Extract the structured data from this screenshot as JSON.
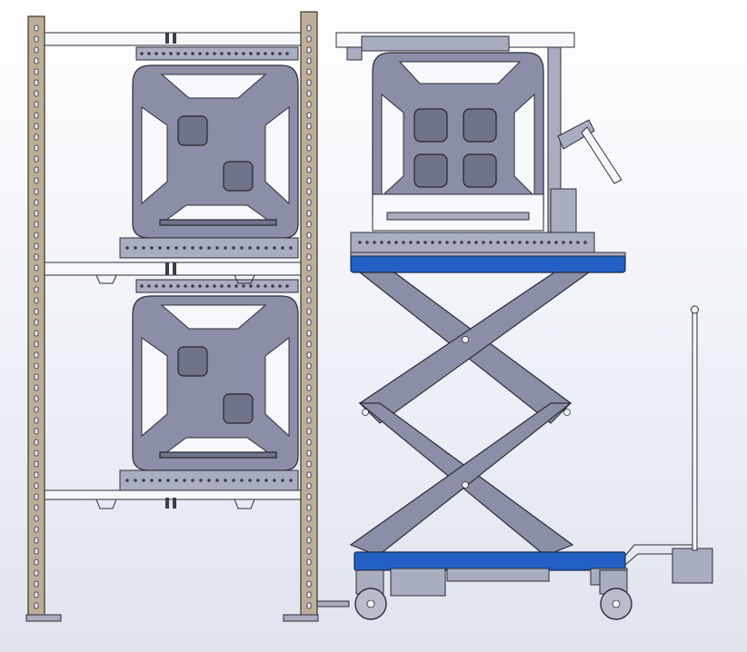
{
  "scene": {
    "palette": {
      "background_top": "#ffffff",
      "background_bottom": "#dfe4ee",
      "steel": "#8a8ea6",
      "upright": "#bcae99",
      "lift_blue": "#2360c4",
      "outline": "#2b2d3a"
    },
    "components": {
      "rack": "storage-rack-with-two-shelves",
      "module_count": 2,
      "cart": "scissor-lift-cart",
      "cart_payload": "module-on-lift-table",
      "handle": "tow-handle",
      "wheel_count": 2
    }
  }
}
